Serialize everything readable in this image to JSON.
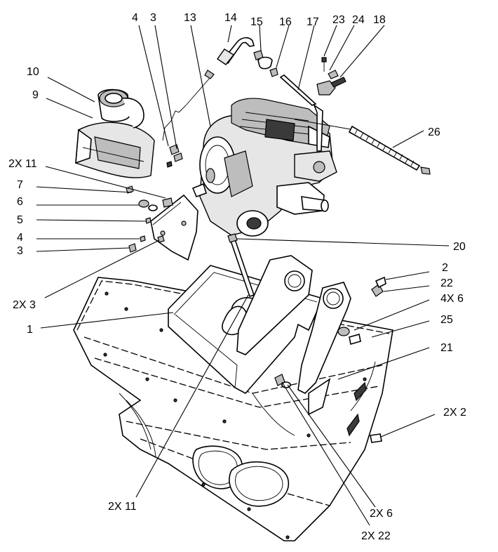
{
  "callouts": {
    "c1": "1",
    "c2": "2",
    "c2x2": "2X 2",
    "c3a": "3",
    "c3b": "3",
    "c2x3": "2X 3",
    "c4a": "4",
    "c4b": "4",
    "c5": "5",
    "c6": "6",
    "c2x6": "2X 6",
    "c4x6": "4X 6",
    "c7": "7",
    "c9": "9",
    "c10": "10",
    "c2x11a": "2X 11",
    "c2x11b": "2X 11",
    "c13": "13",
    "c14": "14",
    "c15": "15",
    "c16": "16",
    "c17": "17",
    "c18": "18",
    "c20": "20",
    "c21": "21",
    "c22": "22",
    "c2x22": "2X 22",
    "c23": "23",
    "c24": "24",
    "c25": "25",
    "c26": "26"
  }
}
